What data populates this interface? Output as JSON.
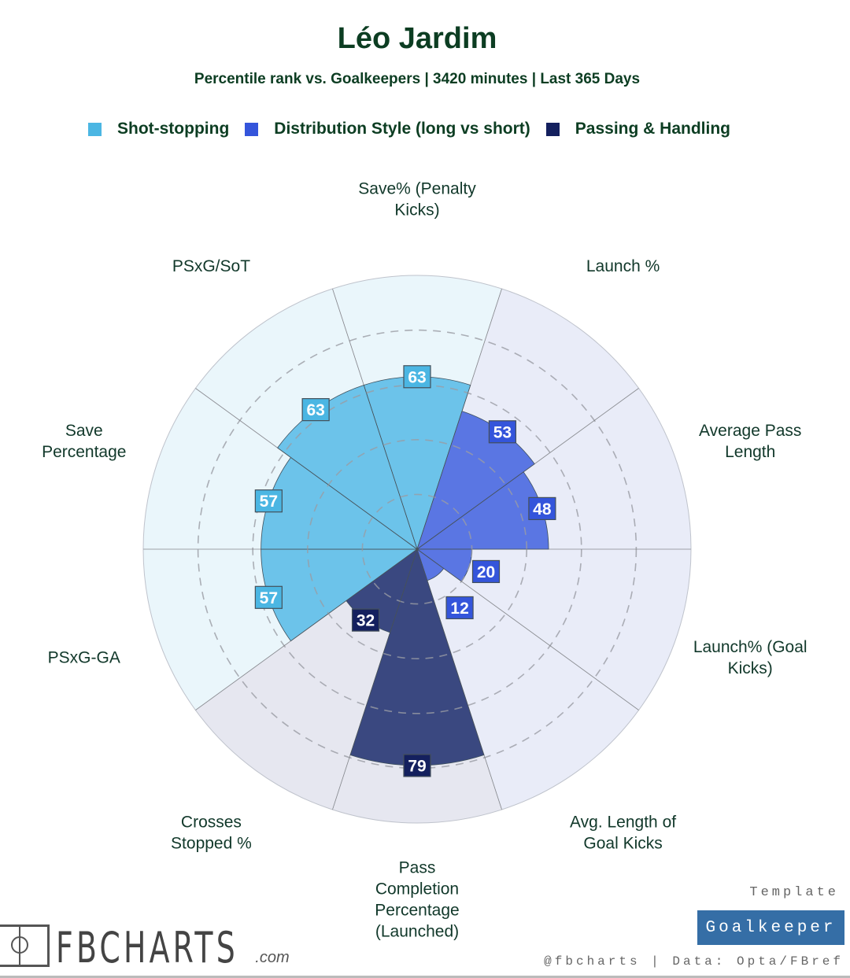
{
  "header": {
    "title": "Léo Jardim",
    "subtitle": "Percentile rank vs. Goalkeepers | 3420 minutes | Last 365 Days"
  },
  "legend": [
    {
      "label": "Shot-stopping",
      "color": "#4bb6e3"
    },
    {
      "label": "Distribution Style (long vs short)",
      "color": "#3455db"
    },
    {
      "label": "Passing & Handling",
      "color": "#14205e"
    }
  ],
  "chart_data": {
    "type": "pie-radar",
    "title": "Léo Jardim",
    "range": [
      0,
      100
    ],
    "gridlines": [
      20,
      40,
      60,
      80,
      100
    ],
    "categories": [
      "Save% (Penalty Kicks)",
      "Launch %",
      "Average Pass Length",
      "Launch% (Goal Kicks)",
      "Avg. Length of Goal Kicks",
      "Pass Completion Percentage (Launched)",
      "Crosses Stopped %",
      "PSxG-GA",
      "Save Percentage",
      "PSxG/SoT"
    ],
    "label_lines": [
      [
        "Save% (Penalty",
        "Kicks)"
      ],
      [
        "Launch %"
      ],
      [
        "Average Pass",
        "Length"
      ],
      [
        "Launch% (Goal",
        "Kicks)"
      ],
      [
        "Avg. Length of",
        "Goal Kicks"
      ],
      [
        "Pass",
        "Completion",
        "Percentage",
        "(Launched)"
      ],
      [
        "Crosses",
        "Stopped %"
      ],
      [
        "PSxG-GA"
      ],
      [
        "Save",
        "Percentage"
      ],
      [
        "PSxG/SoT"
      ]
    ],
    "values": [
      63,
      53,
      48,
      20,
      12,
      79,
      32,
      57,
      57,
      63
    ],
    "groups": [
      0,
      1,
      1,
      1,
      1,
      2,
      2,
      0,
      0,
      0
    ],
    "group_fill": [
      "#6cc3ea",
      "#5a76e3",
      "#3a4880"
    ],
    "group_box": [
      "#4bb6e3",
      "#3455db",
      "#14205e"
    ],
    "group_bg": [
      "#eaf6fb",
      "#e9ecf8",
      "#e6e7f0"
    ]
  },
  "footer": {
    "logo_text": "FBCHARTS",
    "logo_suffix": ".com",
    "template_label": "Template",
    "template_value": "Goalkeeper",
    "credit": "@fbcharts | Data: Opta/FBref"
  }
}
